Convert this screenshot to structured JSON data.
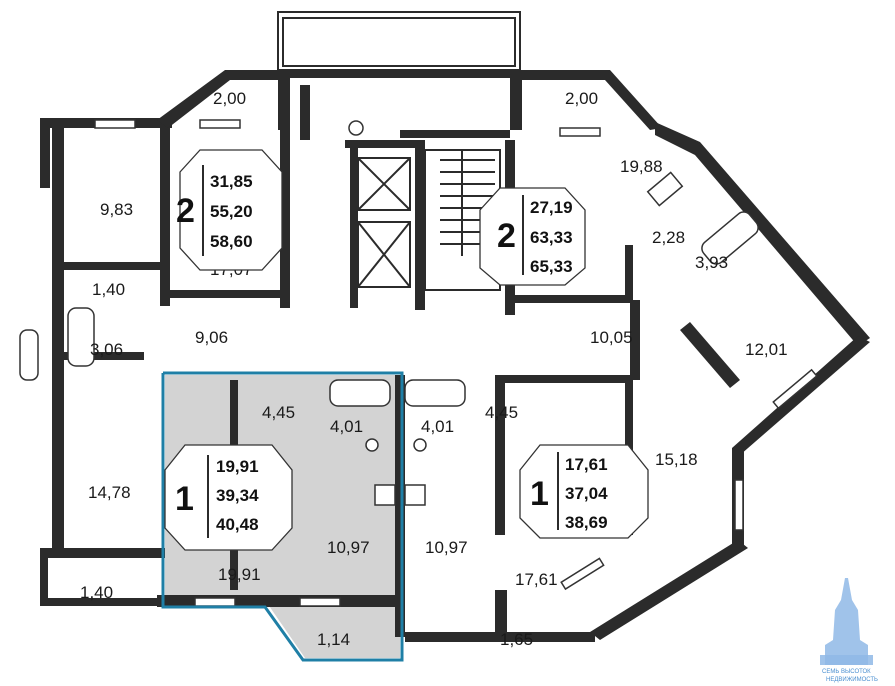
{
  "colors": {
    "wall": "#2b2b2b",
    "highlight_fill": "#d3d3d3",
    "highlight_outline": "#1f7fa6",
    "logo": "#8fb8e6"
  },
  "areas": {
    "balcony_top_left": "2,00",
    "balcony_top_right": "2,00",
    "room_9_83": "9,83",
    "room_17_07": "17,07",
    "bath_1_40": "1,40",
    "bath_3_06": "3,06",
    "hall_9_06": "9,06",
    "room_14_78": "14,78",
    "balcony_bottom_left": "1,40",
    "room_19_88": "19,88",
    "bath_2_28": "2,28",
    "bath_3_93": "3,93",
    "hall_10_05": "10,05",
    "kitchen_12_01": "12,01",
    "room_15_18": "15,18",
    "hall_left_4_45": "4,45",
    "bath_left_4_01": "4,01",
    "bath_right_4_01": "4,01",
    "hall_right_4_45": "4,45",
    "room_left_19_91": "19,91",
    "kitchen_left_10_97": "10,97",
    "kitchen_right_10_97": "10,97",
    "room_right_17_61": "17,61",
    "balcony_bottom_mid": "1,14",
    "balcony_bottom_right": "1,65"
  },
  "apartments": [
    {
      "rooms": "2",
      "living": "31,85",
      "total": "55,20",
      "with_balcony": "58,60"
    },
    {
      "rooms": "2",
      "living": "27,19",
      "total": "63,33",
      "with_balcony": "65,33"
    },
    {
      "rooms": "1",
      "living": "19,91",
      "total": "39,34",
      "with_balcony": "40,48"
    },
    {
      "rooms": "1",
      "living": "17,61",
      "total": "37,04",
      "with_balcony": "38,69"
    }
  ],
  "logo": {
    "icon": "tower-building-icon",
    "text_line1": "СЕМЬ ВЫСОТОК",
    "text_line2": "НЕДВИЖИМОСТЬ"
  }
}
